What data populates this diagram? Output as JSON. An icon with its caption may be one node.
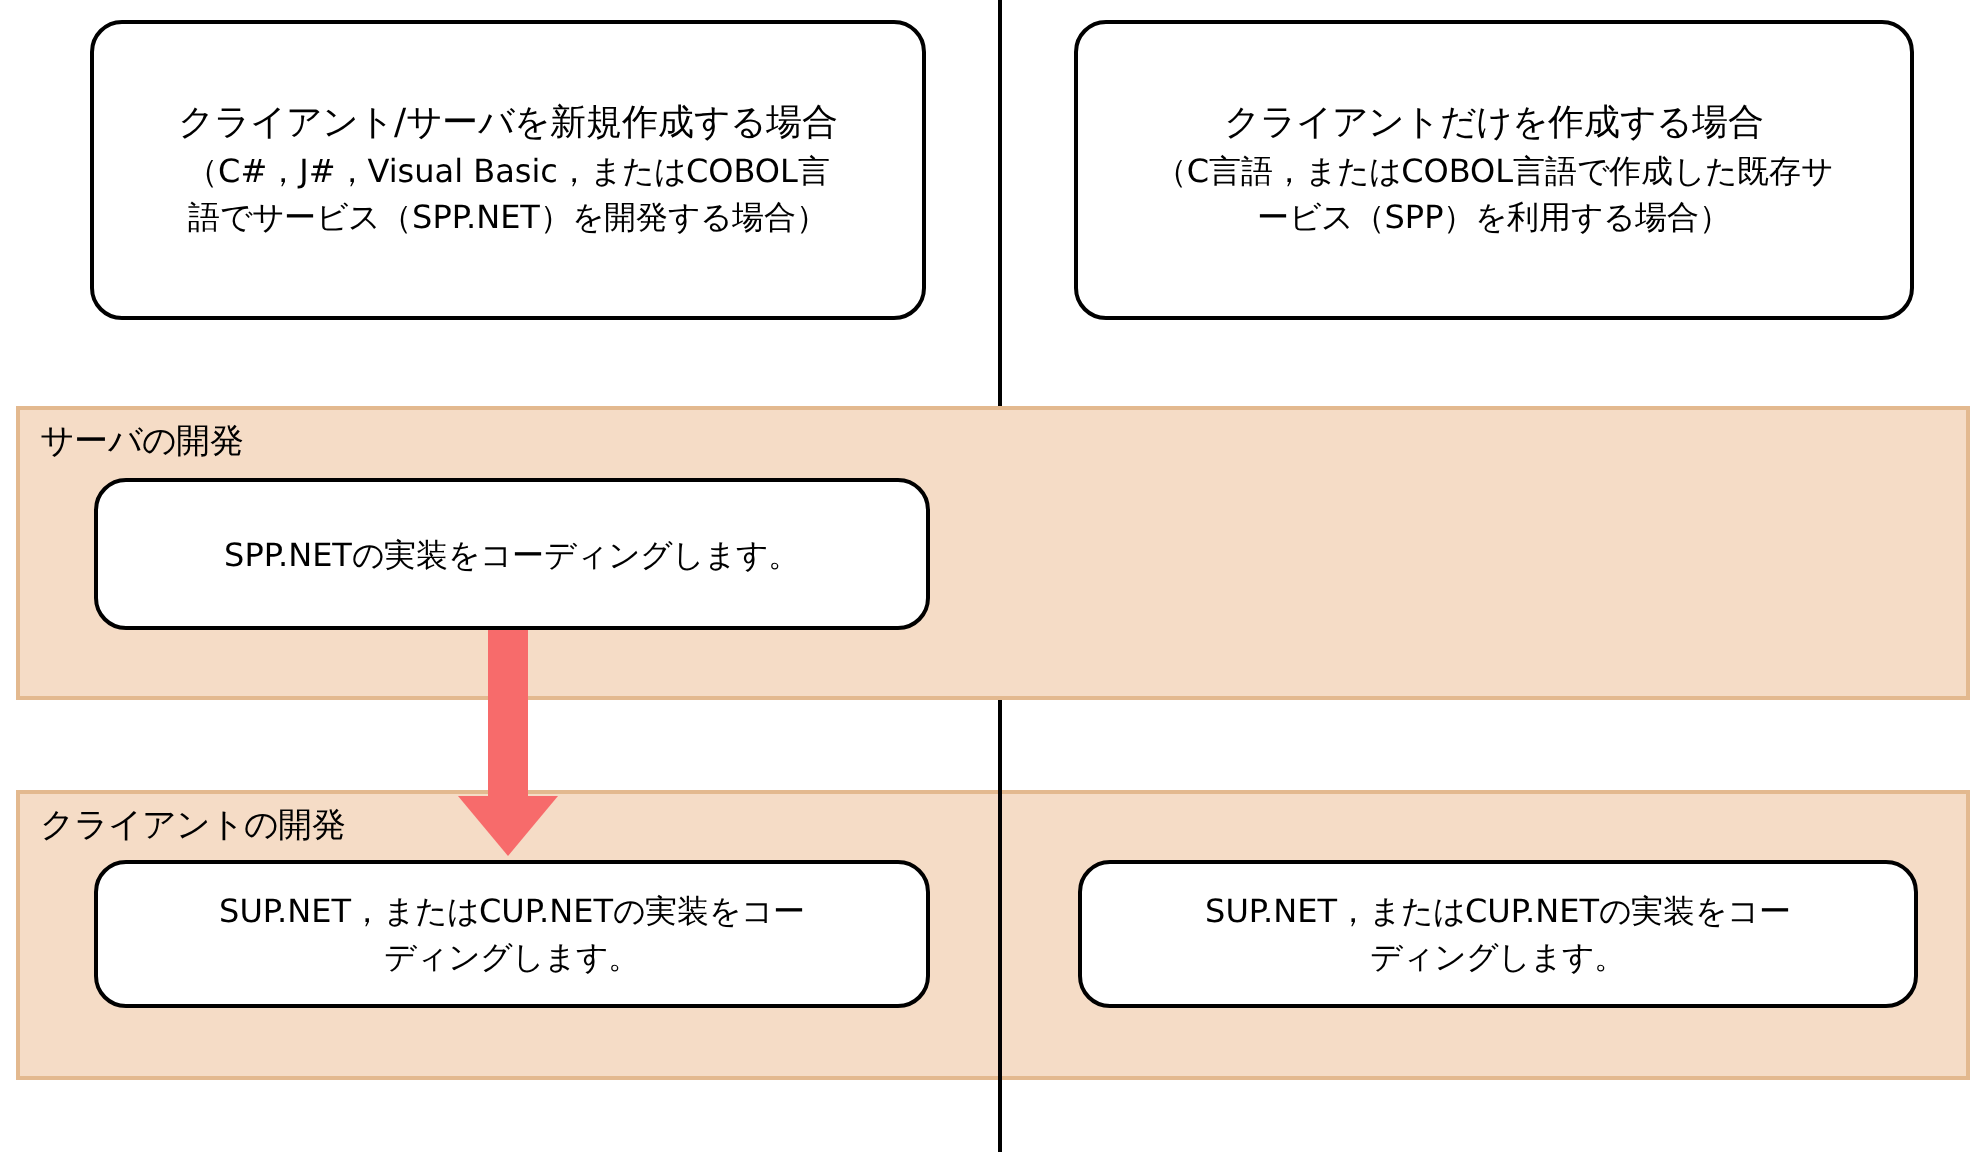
{
  "diagram": {
    "nodes": [
      {
        "text": [
          "クライアント/サーバを新規作成する場合",
          "（C#，J#，Visual Basic，またはCOBOL言語でサービス（SPP.NET）を開発する場合）"
        ]
      },
      {
        "text": [
          "クライアントだけを作成する場合",
          "（C言語，またはCOBOL言語で作成した既存サービス（SPP）を利用する場合）"
        ]
      },
      {
        "text": [
          "サーバの開発"
        ]
      },
      {
        "text": [
          "SPP.NETの実装をコーディングします。"
        ],
        "in": 2
      },
      {
        "text": [
          "クライアントの開発"
        ]
      },
      {
        "text": [
          "SUP.NET，またはCUP.NETの実装をコーディングします。"
        ],
        "in": 4
      },
      {
        "text": [
          "SUP.NET，またはCUP.NETの実装をコーディングします。"
        ],
        "in": 4
      }
    ],
    "edges": [
      {
        "from": 3,
        "to": 5,
        "arrow": "to"
      }
    ]
  }
}
